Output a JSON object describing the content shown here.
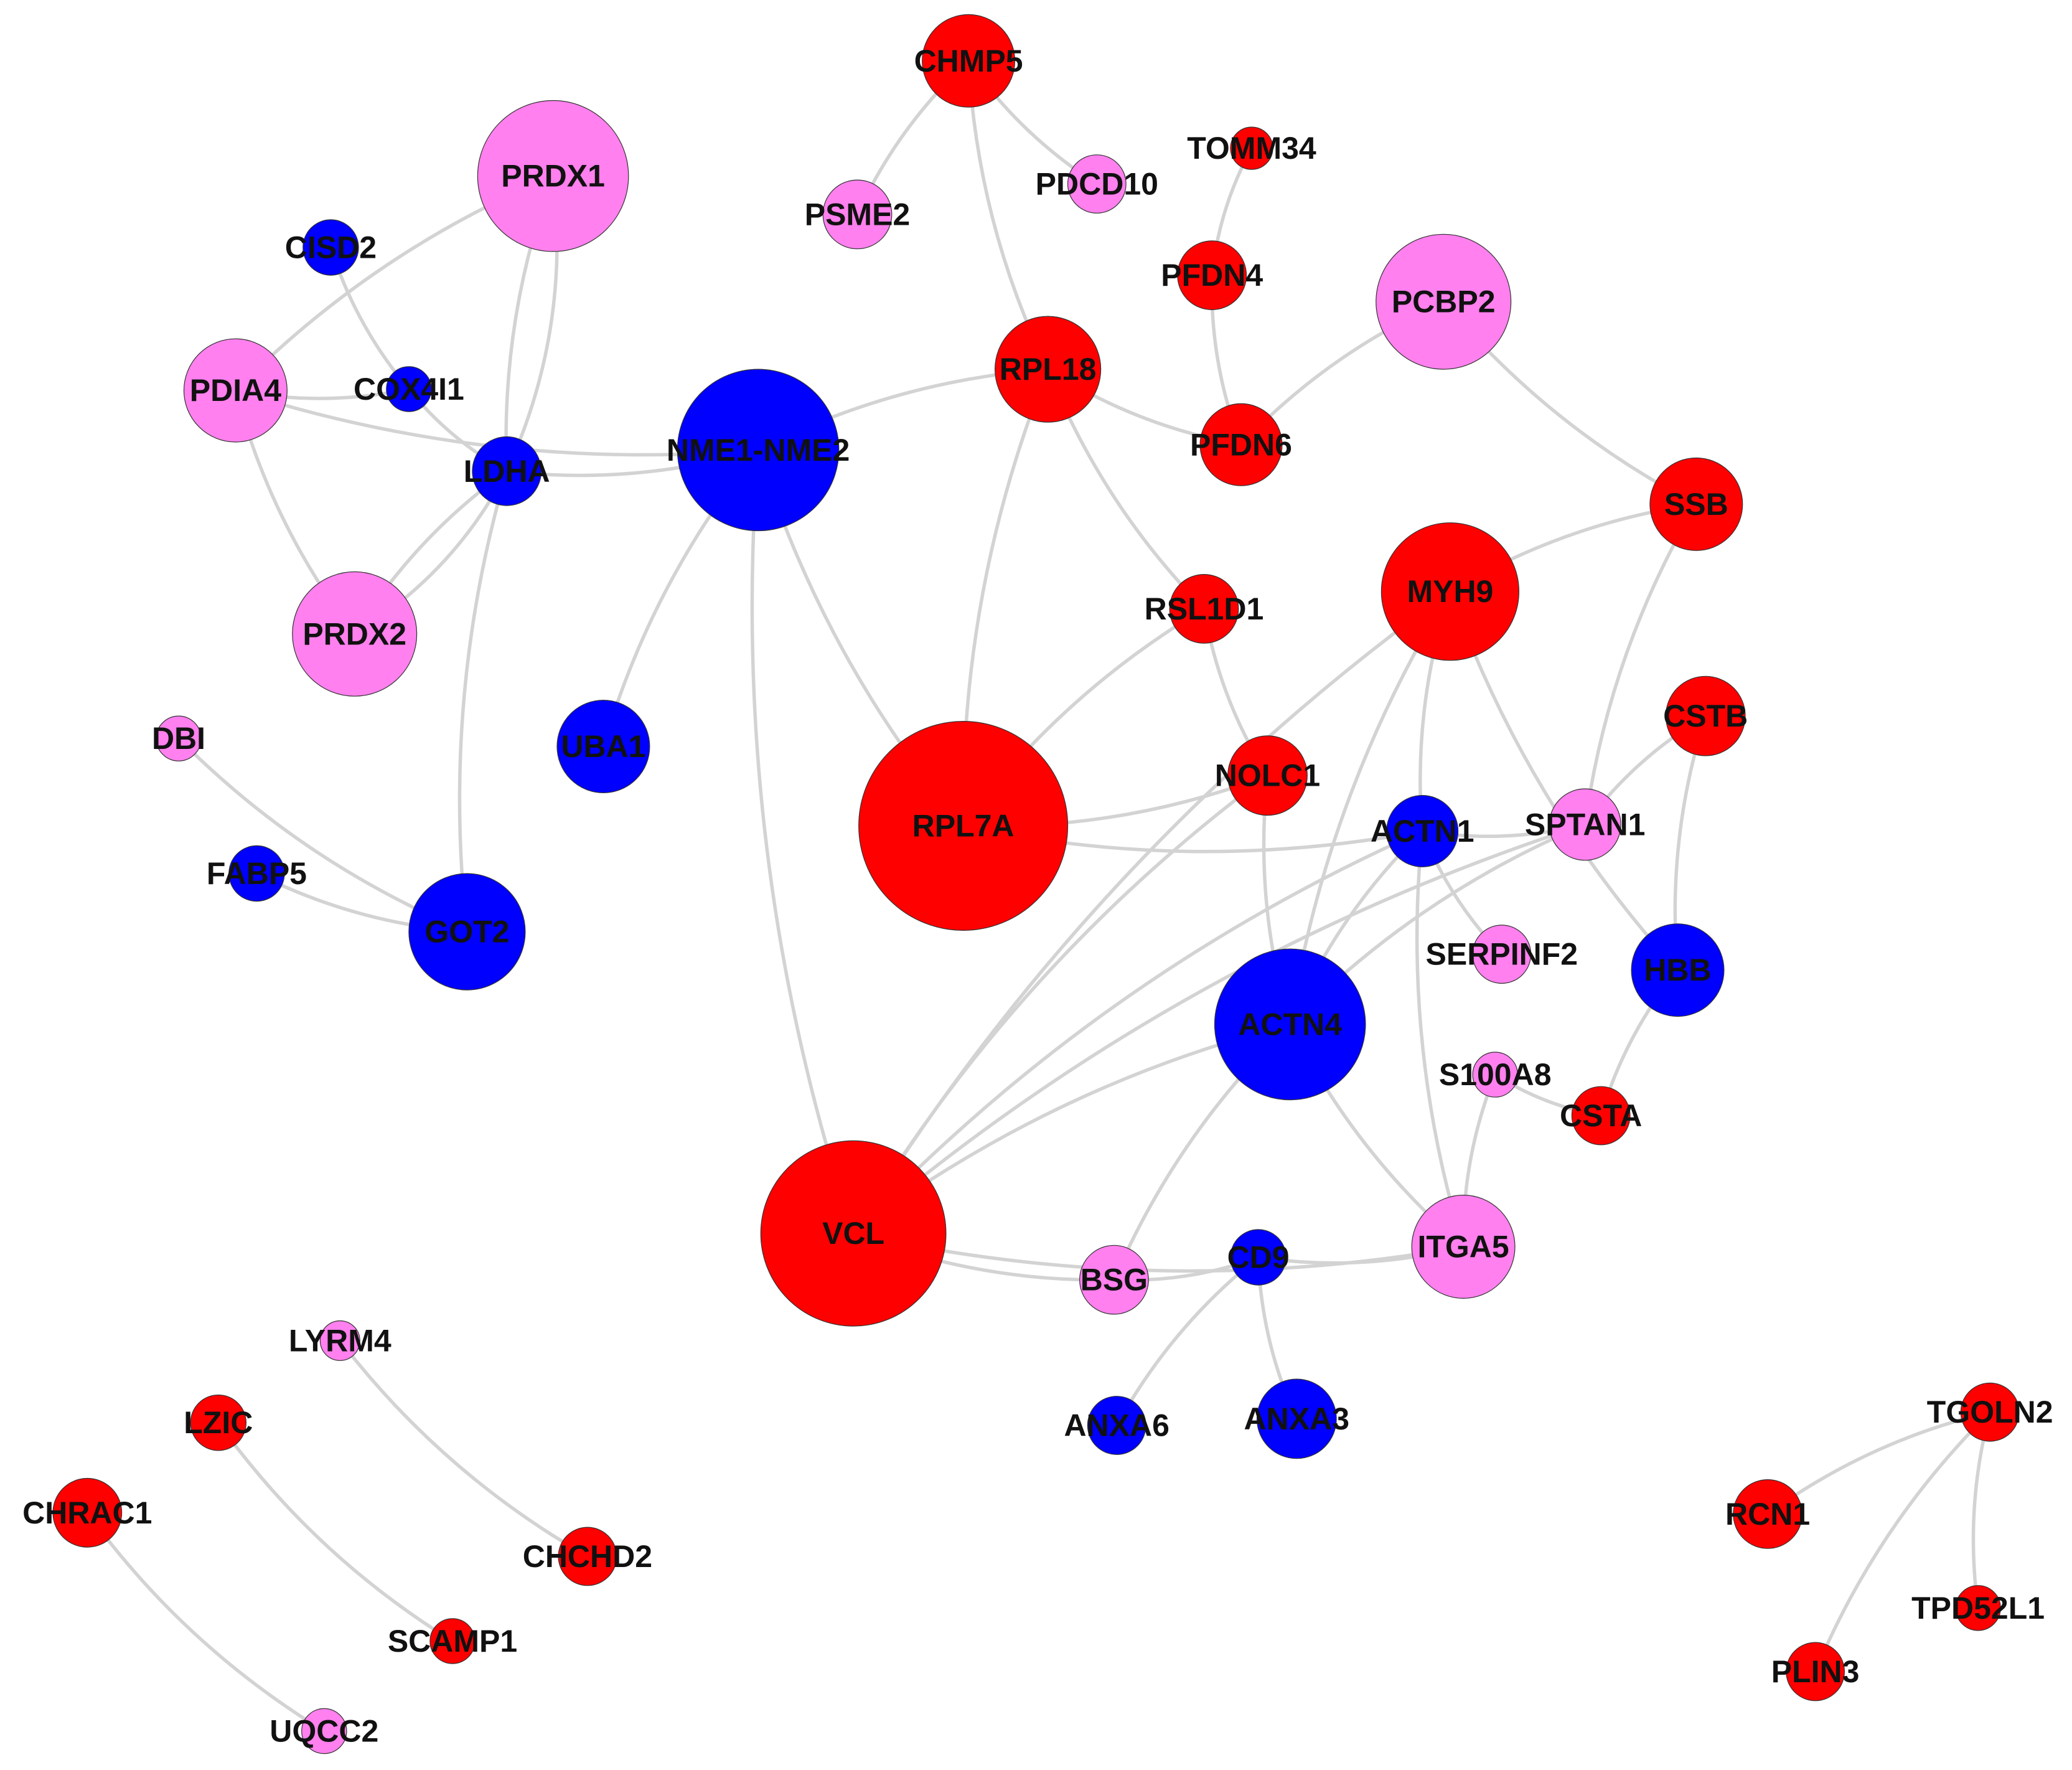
{
  "colors": {
    "red": "#ff0000",
    "blue": "#0000ff",
    "pink": "#ff80ee",
    "edge": "#d3d3d3"
  },
  "nodes": [
    {
      "id": "CHMP5",
      "label": "CHMP5",
      "color": "red"
    },
    {
      "id": "TOMM34",
      "label": "TOMM34",
      "color": "red"
    },
    {
      "id": "PSME2",
      "label": "PSME2",
      "color": "pink"
    },
    {
      "id": "PDCD10",
      "label": "PDCD10",
      "color": "pink"
    },
    {
      "id": "PRDX1",
      "label": "PRDX1",
      "color": "pink"
    },
    {
      "id": "CISD2",
      "label": "CISD2",
      "color": "blue"
    },
    {
      "id": "PFDN4",
      "label": "PFDN4",
      "color": "red"
    },
    {
      "id": "PCBP2",
      "label": "PCBP2",
      "color": "pink"
    },
    {
      "id": "RPL18",
      "label": "RPL18",
      "color": "red"
    },
    {
      "id": "PDIA4",
      "label": "PDIA4",
      "color": "pink"
    },
    {
      "id": "COX4I1",
      "label": "COX4I1",
      "color": "blue"
    },
    {
      "id": "NME1-NME2",
      "label": "NME1-NME2",
      "color": "blue"
    },
    {
      "id": "PFDN6",
      "label": "PFDN6",
      "color": "red"
    },
    {
      "id": "LDHA",
      "label": "LDHA",
      "color": "blue"
    },
    {
      "id": "SSB",
      "label": "SSB",
      "color": "red"
    },
    {
      "id": "MYH9",
      "label": "MYH9",
      "color": "red"
    },
    {
      "id": "RSL1D1",
      "label": "RSL1D1",
      "color": "red"
    },
    {
      "id": "PRDX2",
      "label": "PRDX2",
      "color": "pink"
    },
    {
      "id": "CSTB",
      "label": "CSTB",
      "color": "red"
    },
    {
      "id": "DBI",
      "label": "DBI",
      "color": "pink"
    },
    {
      "id": "UBA1",
      "label": "UBA1",
      "color": "blue"
    },
    {
      "id": "NOLC1",
      "label": "NOLC1",
      "color": "red"
    },
    {
      "id": "RPL7A",
      "label": "RPL7A",
      "color": "red"
    },
    {
      "id": "ACTN1",
      "label": "ACTN1",
      "color": "blue"
    },
    {
      "id": "SPTAN1",
      "label": "SPTAN1",
      "color": "pink"
    },
    {
      "id": "FABP5",
      "label": "FABP5",
      "color": "blue"
    },
    {
      "id": "GOT2",
      "label": "GOT2",
      "color": "blue"
    },
    {
      "id": "SERPINF2",
      "label": "SERPINF2",
      "color": "pink"
    },
    {
      "id": "HBB",
      "label": "HBB",
      "color": "blue"
    },
    {
      "id": "ACTN4",
      "label": "ACTN4",
      "color": "blue"
    },
    {
      "id": "S100A8",
      "label": "S100A8",
      "color": "pink"
    },
    {
      "id": "CSTA",
      "label": "CSTA",
      "color": "red"
    },
    {
      "id": "VCL",
      "label": "VCL",
      "color": "red"
    },
    {
      "id": "ITGA5",
      "label": "ITGA5",
      "color": "pink"
    },
    {
      "id": "CD9",
      "label": "CD9",
      "color": "blue"
    },
    {
      "id": "BSG",
      "label": "BSG",
      "color": "pink"
    },
    {
      "id": "LYRM4",
      "label": "LYRM4",
      "color": "pink"
    },
    {
      "id": "ANXA6",
      "label": "ANXA6",
      "color": "blue"
    },
    {
      "id": "ANXA3",
      "label": "ANXA3",
      "color": "blue"
    },
    {
      "id": "LZIC",
      "label": "LZIC",
      "color": "red"
    },
    {
      "id": "CHRAC1",
      "label": "CHRAC1",
      "color": "red"
    },
    {
      "id": "CHCHD2",
      "label": "CHCHD2",
      "color": "red"
    },
    {
      "id": "SCAMP1",
      "label": "SCAMP1",
      "color": "red"
    },
    {
      "id": "UQCC2",
      "label": "UQCC2",
      "color": "pink"
    },
    {
      "id": "TGOLN2",
      "label": "TGOLN2",
      "color": "red"
    },
    {
      "id": "RCN1",
      "label": "RCN1",
      "color": "red"
    },
    {
      "id": "TPD52L1",
      "label": "TPD52L1",
      "color": "red"
    },
    {
      "id": "PLIN3",
      "label": "PLIN3",
      "color": "red"
    }
  ],
  "edges": [
    [
      "CHMP5",
      "PSME2"
    ],
    [
      "CHMP5",
      "PDCD10"
    ],
    [
      "CHMP5",
      "RPL18"
    ],
    [
      "TOMM34",
      "PFDN4"
    ],
    [
      "PFDN4",
      "PFDN6"
    ],
    [
      "PCBP2",
      "PFDN6"
    ],
    [
      "PCBP2",
      "SSB"
    ],
    [
      "RPL18",
      "PFDN6"
    ],
    [
      "RPL18",
      "NME1-NME2"
    ],
    [
      "RPL18",
      "RPL7A"
    ],
    [
      "RPL18",
      "RSL1D1"
    ],
    [
      "PRDX1",
      "PDIA4"
    ],
    [
      "PRDX1",
      "LDHA"
    ],
    [
      "PRDX1",
      "LDHA"
    ],
    [
      "CISD2",
      "COX4I1"
    ],
    [
      "PDIA4",
      "COX4I1"
    ],
    [
      "PDIA4",
      "NME1-NME2"
    ],
    [
      "PDIA4",
      "PRDX2"
    ],
    [
      "COX4I1",
      "LDHA"
    ],
    [
      "LDHA",
      "NME1-NME2"
    ],
    [
      "LDHA",
      "PRDX2"
    ],
    [
      "LDHA",
      "PRDX2"
    ],
    [
      "LDHA",
      "GOT2"
    ],
    [
      "NME1-NME2",
      "UBA1"
    ],
    [
      "NME1-NME2",
      "RPL7A"
    ],
    [
      "NME1-NME2",
      "VCL"
    ],
    [
      "RSL1D1",
      "RPL7A"
    ],
    [
      "RSL1D1",
      "NOLC1"
    ],
    [
      "SSB",
      "MYH9"
    ],
    [
      "SSB",
      "SPTAN1"
    ],
    [
      "MYH9",
      "VCL"
    ],
    [
      "MYH9",
      "ACTN1"
    ],
    [
      "MYH9",
      "ACTN4"
    ],
    [
      "MYH9",
      "HBB"
    ],
    [
      "CSTB",
      "SPTAN1"
    ],
    [
      "CSTB",
      "HBB"
    ],
    [
      "DBI",
      "GOT2"
    ],
    [
      "FABP5",
      "GOT2"
    ],
    [
      "RPL7A",
      "NOLC1"
    ],
    [
      "RPL7A",
      "ACTN1"
    ],
    [
      "NOLC1",
      "VCL"
    ],
    [
      "NOLC1",
      "ACTN4"
    ],
    [
      "ACTN1",
      "SPTAN1"
    ],
    [
      "ACTN1",
      "VCL"
    ],
    [
      "ACTN1",
      "ACTN4"
    ],
    [
      "ACTN1",
      "ITGA5"
    ],
    [
      "ACTN1",
      "SERPINF2"
    ],
    [
      "SPTAN1",
      "VCL"
    ],
    [
      "SPTAN1",
      "ACTN4"
    ],
    [
      "ACTN4",
      "VCL"
    ],
    [
      "ACTN4",
      "ITGA5"
    ],
    [
      "ACTN4",
      "BSG"
    ],
    [
      "HBB",
      "CSTA"
    ],
    [
      "S100A8",
      "CSTA"
    ],
    [
      "S100A8",
      "ITGA5"
    ],
    [
      "VCL",
      "ITGA5"
    ],
    [
      "VCL",
      "BSG"
    ],
    [
      "BSG",
      "CD9"
    ],
    [
      "CD9",
      "ITGA5"
    ],
    [
      "CD9",
      "ANXA6"
    ],
    [
      "CD9",
      "ANXA3"
    ],
    [
      "LYRM4",
      "CHCHD2"
    ],
    [
      "LZIC",
      "SCAMP1"
    ],
    [
      "CHRAC1",
      "UQCC2"
    ],
    [
      "TGOLN2",
      "RCN1"
    ],
    [
      "TGOLN2",
      "TPD52L1"
    ],
    [
      "TGOLN2",
      "PLIN3"
    ]
  ]
}
